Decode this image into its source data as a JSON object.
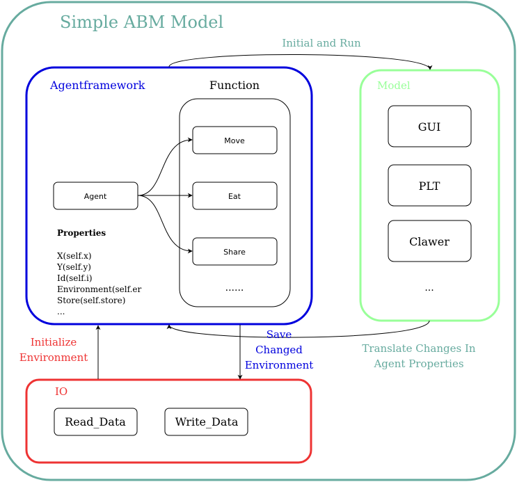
{
  "title": "Simple ABM Model",
  "edges": {
    "initial_and_run": "Initial and Run",
    "initialize_environment": [
      "Initialize",
      "Environment"
    ],
    "save_changed_environment": [
      "Save",
      "Changed",
      "Environment"
    ],
    "translate_changes": [
      "Translate Changes In",
      "Agent Properties"
    ]
  },
  "agentframework": {
    "label": "Agentframework",
    "function_label": "Function",
    "agent_label": "Agent",
    "functions": [
      "Move",
      "Eat",
      "Share"
    ],
    "functions_more": "......",
    "properties_title": "Properties",
    "properties": [
      "X(self.x)",
      "Y(self.y)",
      "Id(self.i)",
      "Environment(self.er",
      "Store(self.store)",
      "..."
    ]
  },
  "model": {
    "label": "Model",
    "items": [
      "GUI",
      "PLT",
      "Clawer"
    ],
    "more": "..."
  },
  "io": {
    "label": "IO",
    "items": [
      "Read_Data",
      "Write_Data"
    ]
  },
  "colors": {
    "outer": "#67AB9F",
    "agentframework": "#0000DD",
    "model": "#99FF99",
    "io": "#EE3333",
    "black": "#000000"
  }
}
